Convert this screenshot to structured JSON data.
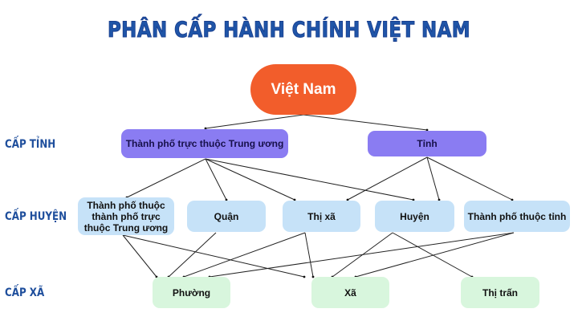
{
  "title": "PHÂN CẤP HÀNH CHÍNH VIỆT NAM",
  "colors": {
    "title": "#1f55a8",
    "root": "#f25d2b",
    "tier1": "#8a7cf2",
    "tier2": "#c6e2f8",
    "tier3": "#d8f6dd",
    "level_label": "#1e4e9c"
  },
  "levels": {
    "tinh": "CẤP TỈNH",
    "huyen": "CẤP HUYỆN",
    "xa": "CẤP XÃ"
  },
  "root": {
    "label": "Việt Nam"
  },
  "tier1": [
    {
      "id": "tp_tw",
      "label": "Thành phố trực thuộc Trung ương"
    },
    {
      "id": "tinh",
      "label": "Tỉnh"
    }
  ],
  "tier2": [
    {
      "id": "tp_thuoc_tp_tw",
      "label": "Thành phố thuộc thành phố trực thuộc Trung ương"
    },
    {
      "id": "quan",
      "label": "Quận"
    },
    {
      "id": "thi_xa",
      "label": "Thị xã"
    },
    {
      "id": "huyen",
      "label": "Huyện"
    },
    {
      "id": "tp_thuoc_tinh",
      "label": "Thành phố thuộc tỉnh"
    }
  ],
  "tier3": [
    {
      "id": "phuong",
      "label": "Phường"
    },
    {
      "id": "xa",
      "label": "Xã"
    },
    {
      "id": "thi_tran",
      "label": "Thị trấn"
    }
  ],
  "edges": [
    [
      "root",
      "tp_tw"
    ],
    [
      "root",
      "tinh"
    ],
    [
      "tp_tw",
      "tp_thuoc_tp_tw"
    ],
    [
      "tp_tw",
      "quan"
    ],
    [
      "tp_tw",
      "thi_xa"
    ],
    [
      "tp_tw",
      "huyen"
    ],
    [
      "tinh",
      "thi_xa"
    ],
    [
      "tinh",
      "huyen"
    ],
    [
      "tinh",
      "tp_thuoc_tinh"
    ],
    [
      "tp_thuoc_tp_tw",
      "phuong"
    ],
    [
      "tp_thuoc_tp_tw",
      "xa"
    ],
    [
      "quan",
      "phuong"
    ],
    [
      "thi_xa",
      "phuong"
    ],
    [
      "thi_xa",
      "xa"
    ],
    [
      "huyen",
      "xa"
    ],
    [
      "huyen",
      "thi_tran"
    ],
    [
      "tp_thuoc_tinh",
      "phuong"
    ],
    [
      "tp_thuoc_tinh",
      "xa"
    ]
  ]
}
